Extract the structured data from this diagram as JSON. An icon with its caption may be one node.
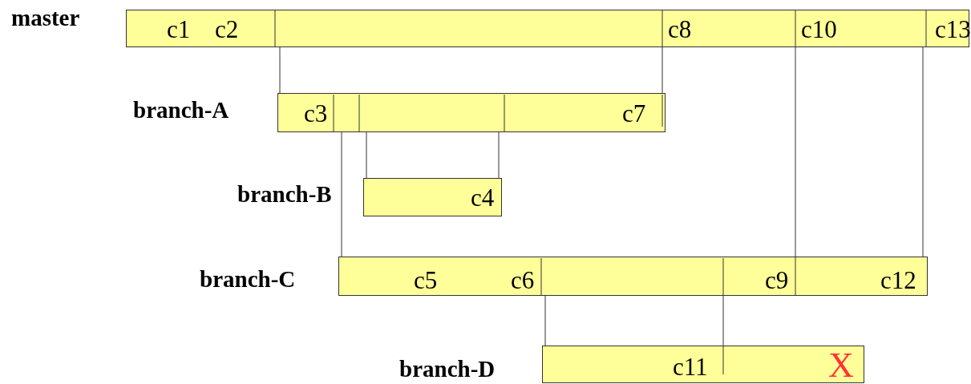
{
  "diagram": {
    "nodes": [
      {
        "text": [
          "master",
          "c1",
          "c2",
          "c8",
          "c10",
          "c13"
        ]
      },
      {
        "text": [
          "branch-A",
          "c3",
          "c7"
        ]
      },
      {
        "text": [
          "branch-B",
          "c4"
        ]
      },
      {
        "text": [
          "branch-C",
          "c5",
          "c6",
          "c9",
          "c12"
        ]
      },
      {
        "text": [
          "branch-D",
          "c11",
          "X"
        ]
      }
    ],
    "edges": [
      {
        "from": 0,
        "to": 1,
        "arrow": "none"
      },
      {
        "from": 1,
        "to": 3,
        "arrow": "none"
      },
      {
        "from": 1,
        "to": 2,
        "arrow": "none"
      },
      {
        "from": 2,
        "to": 1,
        "arrow": "none"
      },
      {
        "from": 3,
        "to": 4,
        "arrow": "none"
      },
      {
        "from": 1,
        "to": 0,
        "arrow": "none"
      },
      {
        "from": 4,
        "to": 3,
        "arrow": "none"
      },
      {
        "from": 3,
        "to": 0,
        "arrow": "none"
      },
      {
        "from": 3,
        "to": 0,
        "arrow": "none"
      }
    ]
  }
}
